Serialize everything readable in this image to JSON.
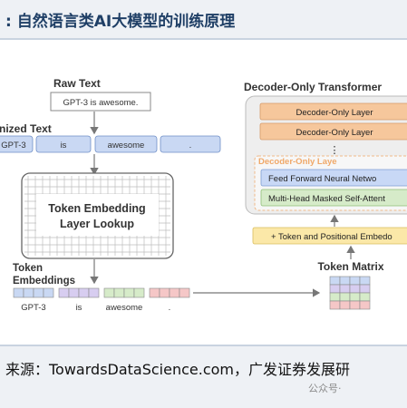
{
  "title": ": 自然语言类AI大模型的训练原理",
  "source": "来源：TowardsDataScience.com，广发证券发展研",
  "watermark": "公众号·",
  "colors": {
    "title_bar": "#eef1f5",
    "title_text": "#1f3f66",
    "token_box": "#c9d8f3",
    "token_border": "#6f8fc7",
    "decoder_layer": "#f6c79c",
    "ffn_layer": "#c8d8f6",
    "attention_layer": "#d6ebc9",
    "positional_box": "#fbe8a8",
    "arrow": "#777777"
  },
  "diagram": {
    "raw_text": {
      "label": "Raw Text",
      "value": "GPT-3 is awesome."
    },
    "tokenized_text": {
      "label": "nized Text",
      "tokens": [
        "GPT-3",
        "is",
        "awesome",
        "."
      ]
    },
    "embedding_layer": {
      "label_line1": "Token Embedding",
      "label_line2": "Layer Lookup"
    },
    "token_embeddings": {
      "label_line1": "Token",
      "label_line2": "Embeddings",
      "tokens": [
        "GPT-3",
        "is",
        "awesome",
        "."
      ],
      "segment_colors": [
        "#c9d8f3",
        "#d7cdf0",
        "#d6ebc9",
        "#f5c7c7"
      ]
    },
    "token_matrix": {
      "label": "Token Matrix"
    },
    "transformer": {
      "title": "Decoder-Only Transformer",
      "layers": [
        "Decoder-Only Layer",
        "Decoder-Only Layer"
      ],
      "ellipsis": "⋮",
      "inner_title": "Decoder-Only Laye",
      "ffn": "Feed Forward Neural Netwo",
      "attention": "Multi-Head Masked Self-Attent",
      "positional": "+ Token and Positional Embedo"
    }
  }
}
